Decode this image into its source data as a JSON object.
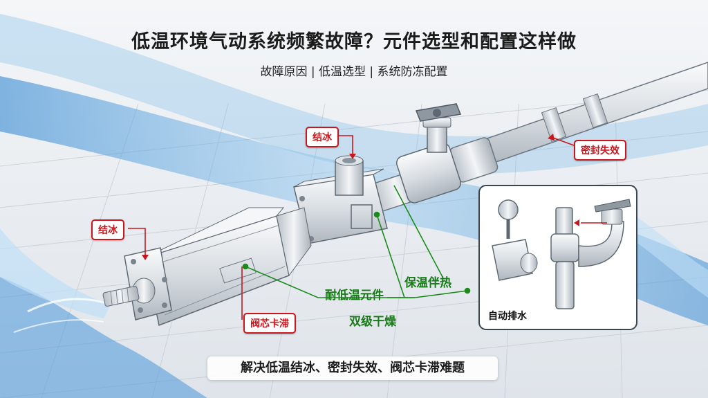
{
  "header": {
    "title": "低温环境气动系统频繁故障？元件选型和配置这样做",
    "subtitle": "故障原因 | 低温选型 | 系统防冻配置"
  },
  "tags": {
    "icing_top": "结冰",
    "icing_left": "结冰",
    "seal_failure": "密封失效",
    "spool_stuck": "阀芯卡滞"
  },
  "solutions": {
    "insulation_heat": "保温伴热",
    "low_temp_components": "耐低温元件",
    "dual_drying": "双级干燥"
  },
  "inset": {
    "auto_drain": "自动排水"
  },
  "footer": {
    "banner": "解决低温结冰、密封失效、阀芯卡滞难题"
  },
  "colors": {
    "problem": "#c8161d",
    "solution": "#1a7a1a",
    "water": "#5aa7e0"
  }
}
